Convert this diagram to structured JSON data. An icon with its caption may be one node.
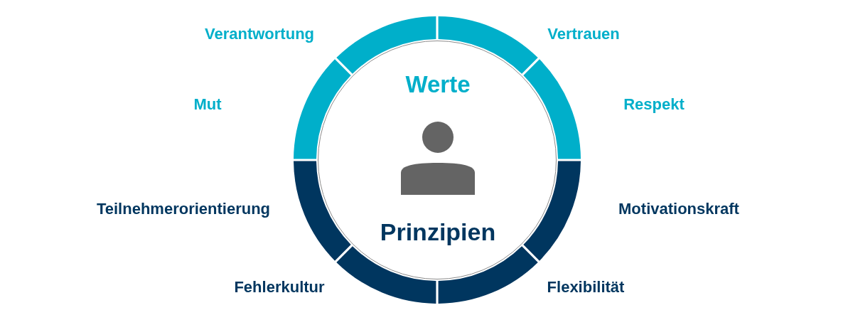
{
  "diagram": {
    "nodes": [
      {
        "text": [
          "Werte",
          "Prinzipien"
        ]
      },
      {
        "text": [],
        "shape": "arc"
      },
      {
        "text": [],
        "shape": "arc"
      },
      {
        "text": [],
        "shape": "arc"
      },
      {
        "text": [],
        "shape": "arc"
      },
      {
        "text": [],
        "shape": "arc"
      },
      {
        "text": [],
        "shape": "arc"
      },
      {
        "text": [],
        "shape": "arc"
      },
      {
        "text": [],
        "shape": "arc"
      }
    ],
    "labels": [
      "Verantwortung",
      "Vertrauen",
      "Mut",
      "Respekt",
      "Teilnehmerorientierung",
      "Motivationskraft",
      "Fehlerkultur",
      "Flexibilität"
    ]
  }
}
